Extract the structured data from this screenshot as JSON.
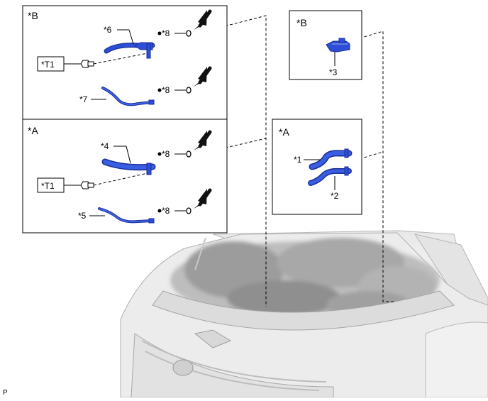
{
  "panels": {
    "upper_left_title": "*B",
    "lower_left_title": "*A",
    "right_top_title": "*B",
    "right_mid_title": "*A"
  },
  "callouts": {
    "c1": "*1",
    "c2": "*2",
    "c3": "*3",
    "c4": "*4",
    "c5": "*5",
    "c6": "*6",
    "c7": "*7",
    "c8": "*8",
    "t1": "*T1"
  },
  "corner_code": "P",
  "colors": {
    "part_blue": "#2c4fd6",
    "part_dark": "#1a2f9a",
    "line": "#000000",
    "engine_gray": "#cfcfcf"
  }
}
